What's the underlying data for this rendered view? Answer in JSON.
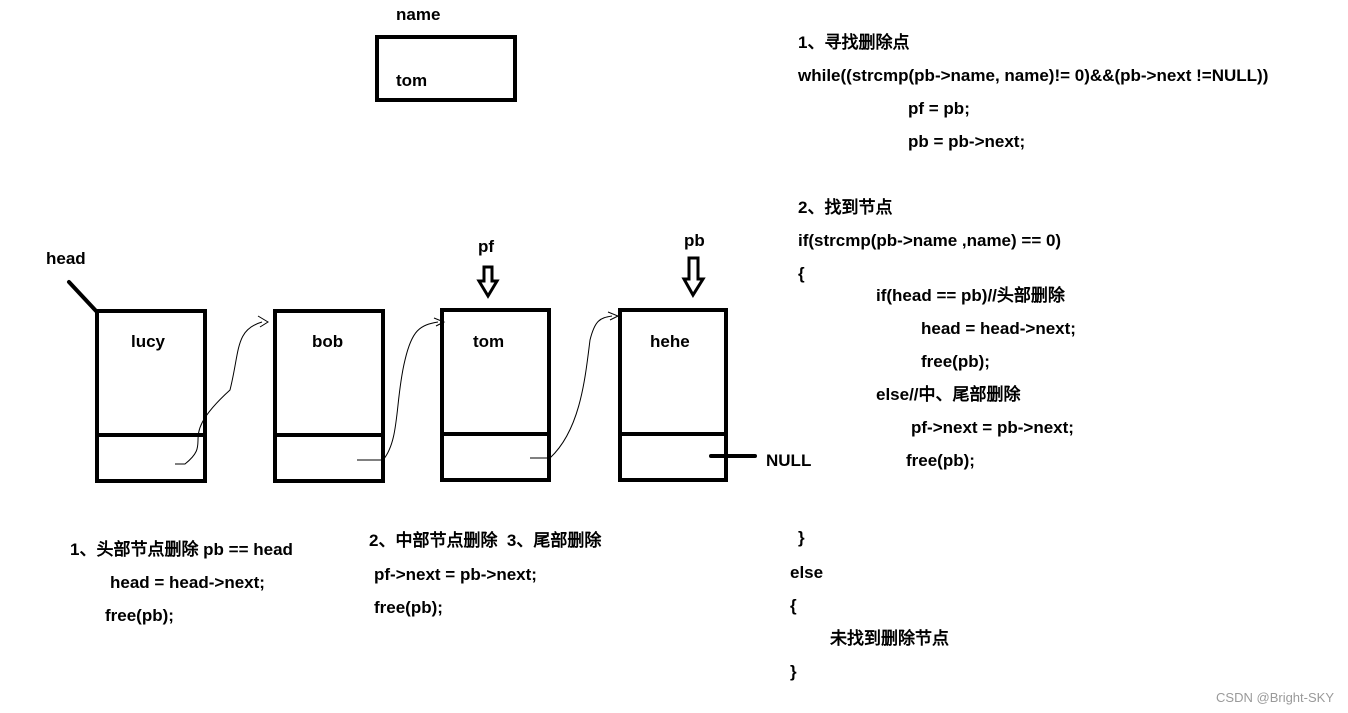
{
  "name_box": {
    "label": "name",
    "value": "tom"
  },
  "head_label": "head",
  "pointers": {
    "pf": "pf",
    "pb": "pb"
  },
  "nodes": [
    {
      "name": "lucy"
    },
    {
      "name": "bob"
    },
    {
      "name": "tom"
    },
    {
      "name": "hehe"
    }
  ],
  "null_label": "NULL",
  "cases": {
    "head_delete": [
      "1、头部节点删除 pb == head",
      "head = head->next;",
      "free(pb);"
    ],
    "middle_tail_title": "2、中部节点删除  3、尾部删除",
    "middle_tail": [
      "pf->next = pb->next;",
      "free(pb);"
    ]
  },
  "code": [
    "1、寻找删除点",
    "while((strcmp(pb->name, name)!= 0)&&(pb->next !=NULL))",
    "pf = pb;",
    "pb = pb->next;",
    "2、找到节点",
    "if(strcmp(pb->name ,name) == 0)",
    "{",
    "if(head == pb)//头部删除",
    "head = head->next;",
    "free(pb);",
    "else//中、尾部删除",
    "pf->next = pb->next;",
    "free(pb);",
    "}",
    "else",
    "{",
    "未找到删除节点",
    "}"
  ],
  "watermark": "CSDN @Bright-SKY"
}
